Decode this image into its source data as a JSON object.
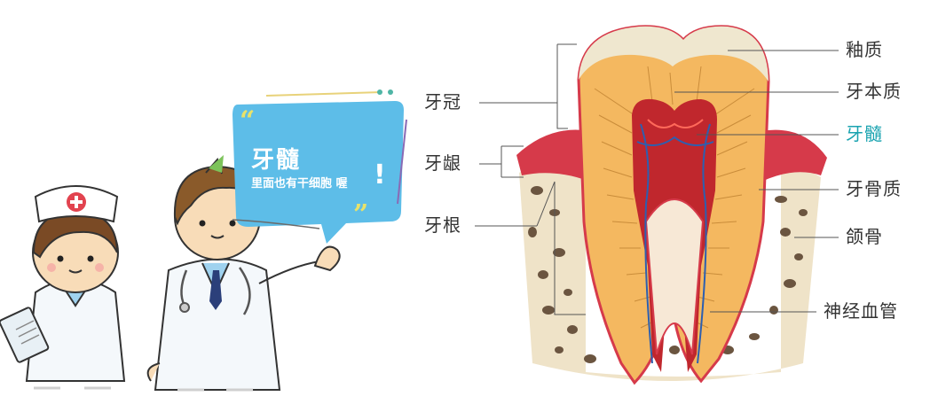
{
  "speech_bubble": {
    "title": "牙髓",
    "subtitle": "里面也有干细胞 喔",
    "exclaim": "!",
    "colors": {
      "bubble": "#5dbde8",
      "text": "#ffffff"
    }
  },
  "labels_left": {
    "crown": "牙冠",
    "gum": "牙龈",
    "root": "牙根"
  },
  "labels_right": {
    "enamel": "釉质",
    "dentin": "牙本质",
    "pulp": "牙髓",
    "cementum": "牙骨质",
    "jawbone": "颌骨",
    "nerves_vessels": "神经血管"
  },
  "colors": {
    "highlight_label": "#1aa3b0",
    "gum": "#d63a4a",
    "enamel": "#efe7cf",
    "dentin": "#f4b860",
    "pulp": "#c0272d",
    "bone": "#efe3c8"
  }
}
